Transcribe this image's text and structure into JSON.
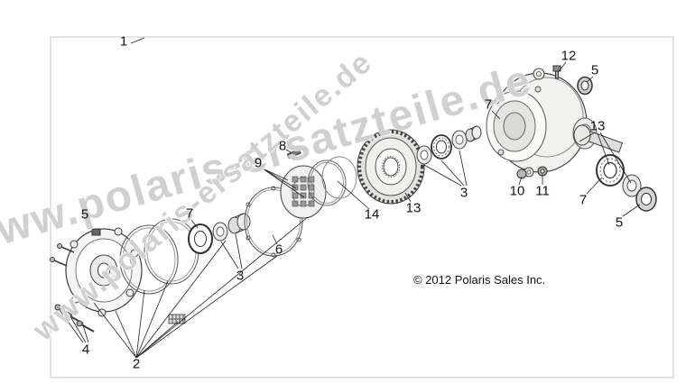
{
  "diagram": {
    "watermark_text": "www.polaris-ersatzteile.de",
    "copyright": "© 2012 Polaris Sales Inc."
  },
  "callouts": [
    {
      "label": "1"
    },
    {
      "label": "2"
    },
    {
      "label": "3"
    },
    {
      "label": "3"
    },
    {
      "label": "4"
    },
    {
      "label": "5"
    },
    {
      "label": "5"
    },
    {
      "label": "5"
    },
    {
      "label": "6"
    },
    {
      "label": "7"
    },
    {
      "label": "7"
    },
    {
      "label": "7"
    },
    {
      "label": "8"
    },
    {
      "label": "9"
    },
    {
      "label": "10"
    },
    {
      "label": "11"
    },
    {
      "label": "12"
    },
    {
      "label": "13"
    },
    {
      "label": "13"
    },
    {
      "label": "14"
    }
  ]
}
